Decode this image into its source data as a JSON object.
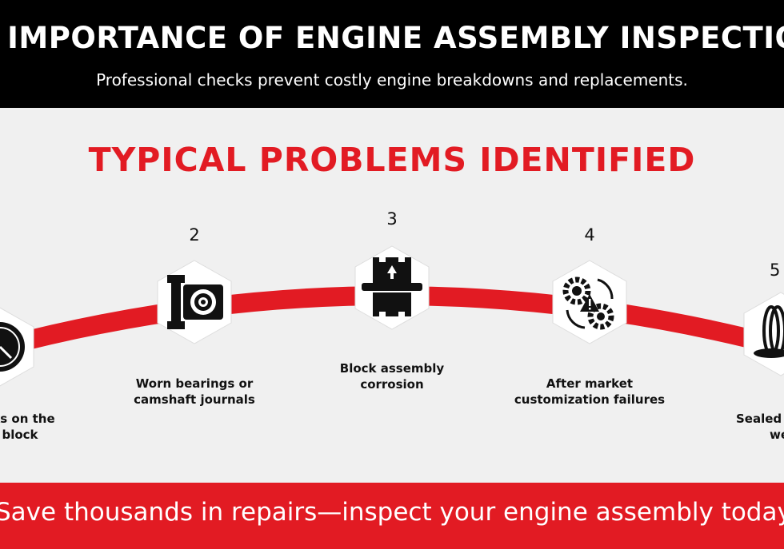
{
  "header": {
    "title": "E IMPORTANCE OF ENGINE ASSEMBLY INSPECTIO",
    "subtitle": "Professional checks prevent costly engine breakdowns and replacements."
  },
  "section": {
    "title": "TYPICAL PROBLEMS IDENTIFIED"
  },
  "steps": [
    {
      "number": "",
      "label_line1": "cks on the",
      "label_line2": "block",
      "icon": "gauge-icon"
    },
    {
      "number": "2",
      "label_line1": "Worn bearings or",
      "label_line2": "camshaft journals",
      "icon": "bearing-icon"
    },
    {
      "number": "3",
      "label_line1": "Block assembly",
      "label_line2": "corrosion",
      "icon": "engine-block-icon"
    },
    {
      "number": "4",
      "label_line1": "After market",
      "label_line2": "customization failures",
      "icon": "gears-warning-icon"
    },
    {
      "number": "5",
      "label_line1": "Sealed",
      "label_line2": "we",
      "icon": "seal-rings-icon"
    }
  ],
  "footer": {
    "text": "Save thousands in repairs—inspect your engine assembly today"
  },
  "colors": {
    "accent": "#e21b23",
    "header_bg": "#000000",
    "page_bg": "#f0f0f0"
  }
}
